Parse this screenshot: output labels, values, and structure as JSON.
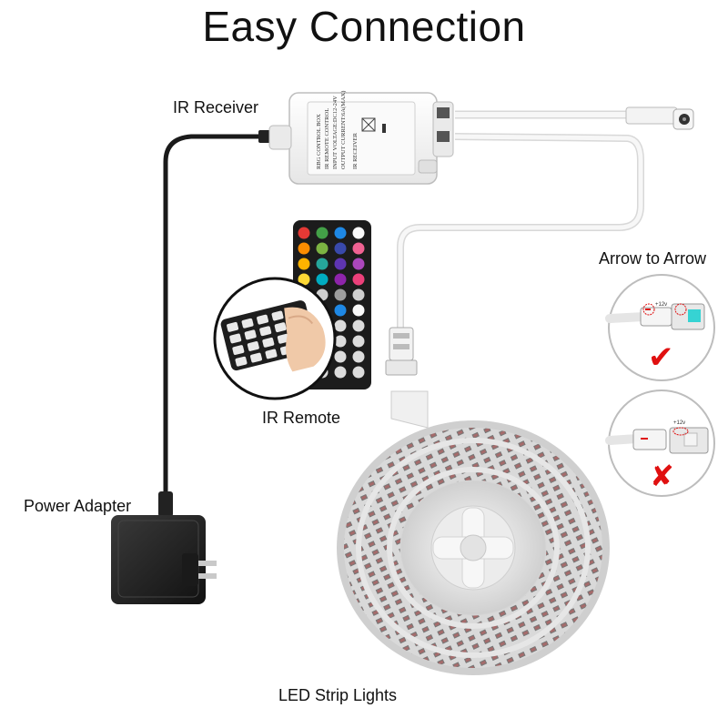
{
  "title": "Easy Connection",
  "labels": {
    "ir_receiver": "IR Receiver",
    "arrow_to_arrow": "Arrow to Arrow",
    "ir_remote": "IR Remote",
    "power_adapter": "Power Adapter",
    "led_strip": "LED Strip Lights"
  },
  "controller_box_text": {
    "line1": "RBG CONTROL BOX",
    "line2": "IR REMOTE CONTROL",
    "line3": "INPUT VOLTAGE:DC12-24V",
    "line4": "OUTPUT CURRENT:6A(MAX)",
    "line5": "IR RECEIVER"
  },
  "connector_marks": {
    "voltage_ok": "+12v",
    "voltage_bad": "+12v"
  },
  "status_marks": {
    "correct": "✔",
    "wrong": "✘"
  },
  "colors": {
    "cable": "#1a1a1a",
    "white_cable": "#f2f2f2",
    "correct": "#e01010",
    "wrong": "#e01010"
  },
  "icons": [
    "ir-receiver-box",
    "ir-remote",
    "power-adapter",
    "led-strip-reel",
    "connector-correct",
    "connector-wrong"
  ]
}
